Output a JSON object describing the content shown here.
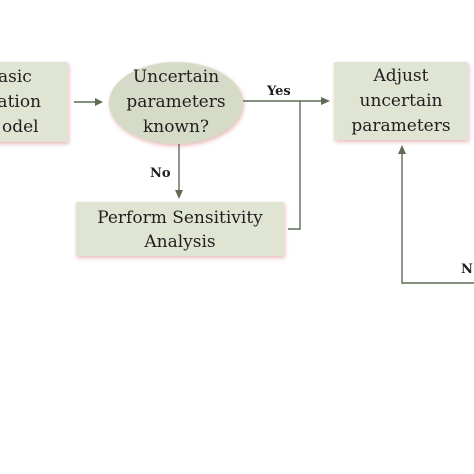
{
  "diagram": {
    "nodes": {
      "basic_model": {
        "lines": [
          "asic",
          "lation",
          "odel"
        ]
      },
      "decision": {
        "lines": [
          "Uncertain",
          "parameters",
          "known?"
        ]
      },
      "adjust": {
        "lines": [
          "Adjust",
          "uncertain",
          "parameters"
        ]
      },
      "sensitivity": {
        "lines": [
          "Perform Sensitivity",
          "Analysis"
        ]
      }
    },
    "edges": {
      "yes_label": "Yes",
      "no_label": "No",
      "no_right_label": "N"
    },
    "colors": {
      "box_fill": "#dfe4d3",
      "box_shadow": "#e9b8b8",
      "ellipse_fill": "#d6dbc7",
      "line": "#5f6b55",
      "text": "#1f1f1f"
    }
  }
}
